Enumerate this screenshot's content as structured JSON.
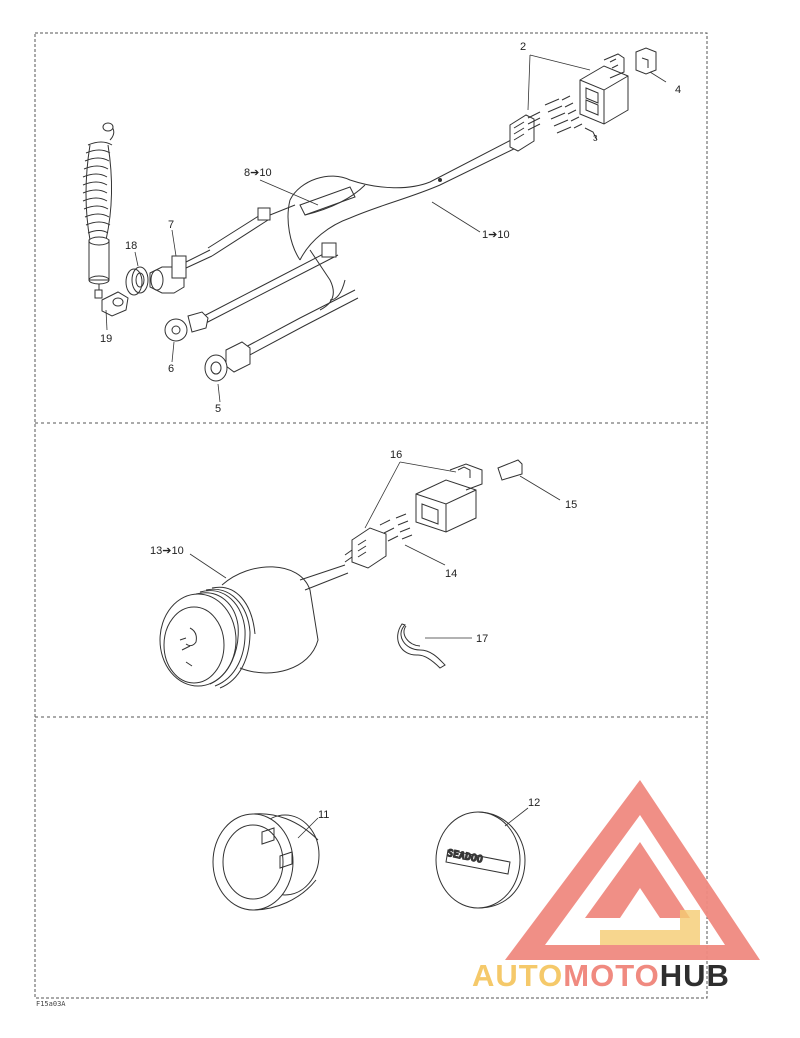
{
  "diagram": {
    "sections": [
      {
        "id": "harness",
        "callouts": {
          "c2": "2",
          "c3": "3",
          "c4": "4",
          "c1": "1➔10",
          "c8": "8➔10",
          "c7": "7",
          "c18": "18",
          "c19": "19",
          "c6": "6",
          "c5": "5"
        }
      },
      {
        "id": "gauge",
        "callouts": {
          "c16": "16",
          "c15": "15",
          "c14": "14",
          "c13": "13➔10",
          "c17": "17"
        }
      },
      {
        "id": "bezels",
        "callouts": {
          "c11": "11",
          "c12": "12"
        }
      }
    ],
    "cap_lettering": "SEADOO",
    "figure_ref": "F15a03A"
  },
  "watermark": {
    "word_a": "AUTO",
    "word_b": "MOTO",
    "word_c": "HUB",
    "color_main": "#f08a80",
    "color_accent": "#f5c96a",
    "color_dark": "#2e2e2e"
  }
}
